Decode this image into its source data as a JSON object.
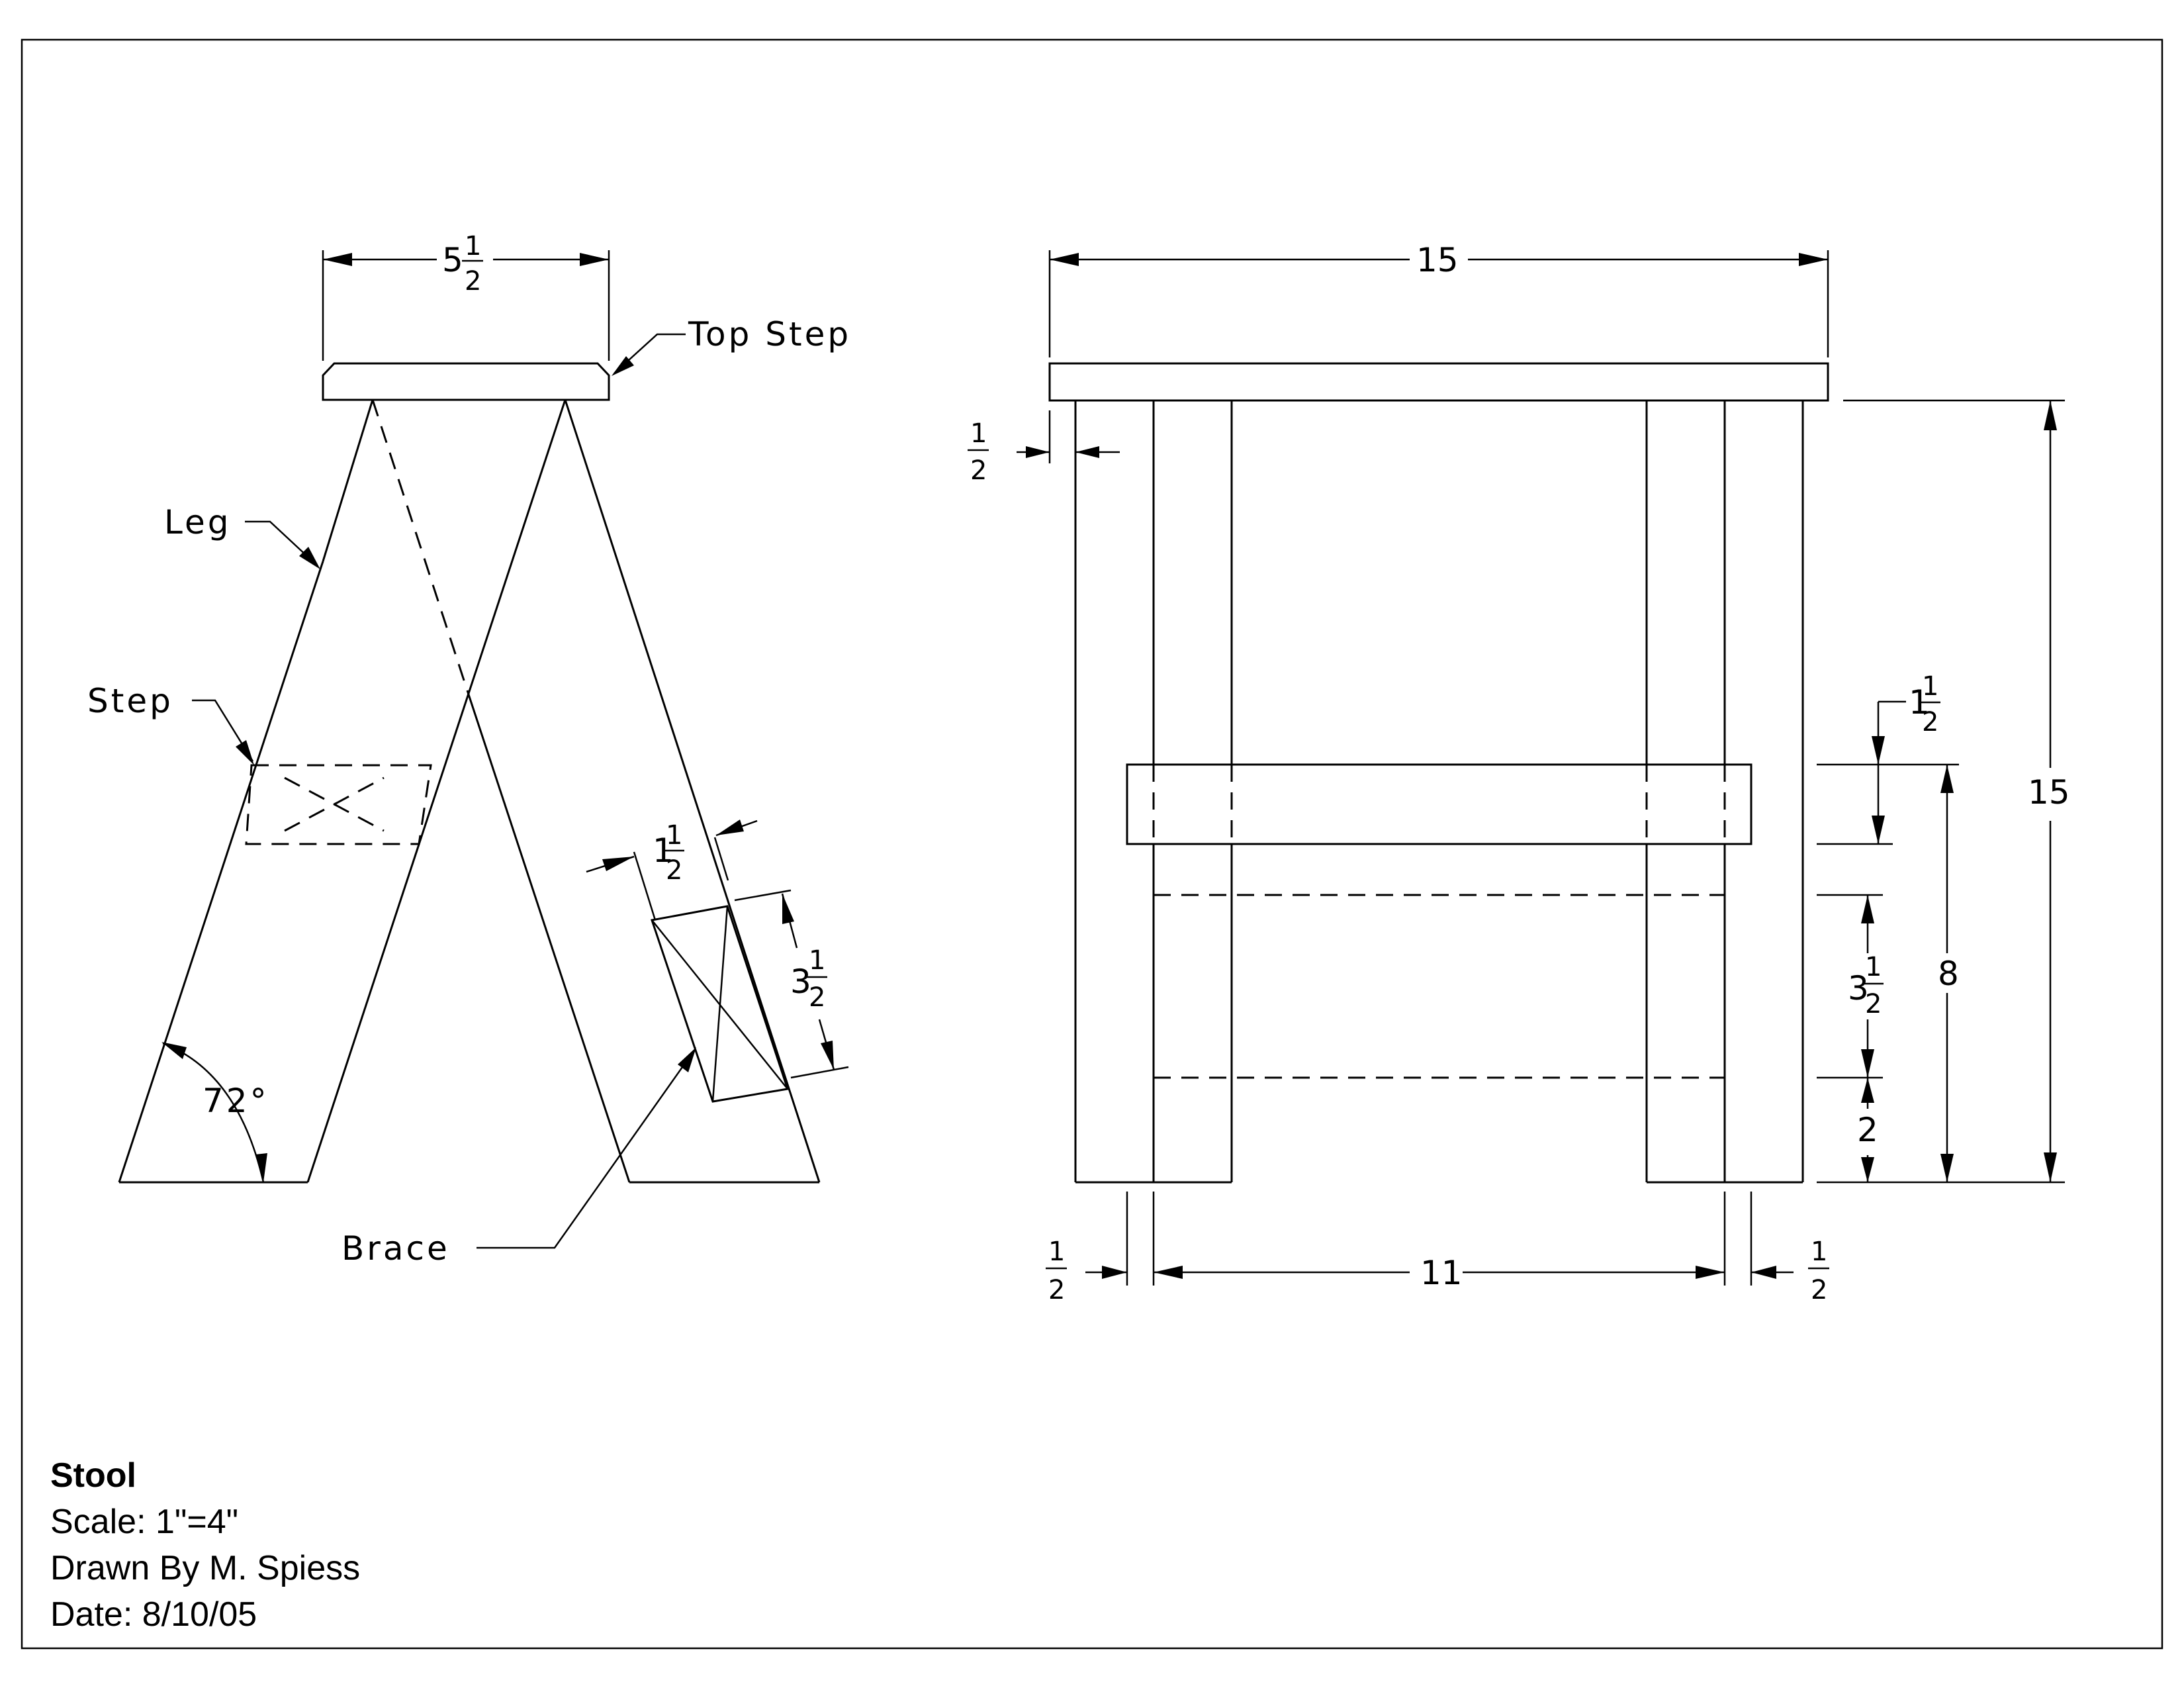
{
  "title_block": {
    "title": "Stool",
    "scale": "Scale: 1\"=4\"",
    "drawn_by": "Drawn By M. Spiess",
    "date": "Date: 8/10/05"
  },
  "side_view": {
    "callouts": {
      "top_step": "Top Step",
      "leg": "Leg",
      "step": "Step",
      "brace": "Brace"
    },
    "dimensions": {
      "top_width": {
        "whole": "5",
        "num": "1",
        "den": "2"
      },
      "brace_width": {
        "whole": "1",
        "num": "1",
        "den": "2"
      },
      "brace_height": {
        "whole": "3",
        "num": "1",
        "den": "2"
      },
      "leg_angle": "72°"
    }
  },
  "front_view": {
    "dimensions": {
      "overall_width": "15",
      "overall_height": "15",
      "top_overhang": {
        "num": "1",
        "den": "2"
      },
      "step_thickness": {
        "whole": "1",
        "num": "1",
        "den": "2"
      },
      "step_height": "8",
      "brace_height": {
        "whole": "3",
        "num": "1",
        "den": "2"
      },
      "brace_bottom_offset": "2",
      "inner_span": "11",
      "left_inset": {
        "num": "1",
        "den": "2"
      },
      "right_inset": {
        "num": "1",
        "den": "2"
      }
    }
  }
}
